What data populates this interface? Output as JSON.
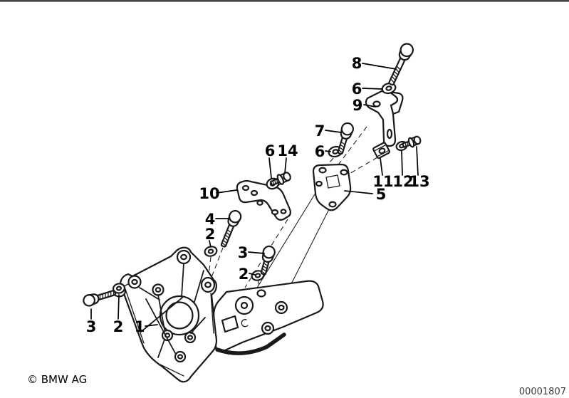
{
  "page": {
    "background": "#ffffff",
    "top_border_color": "#474747",
    "line_color": "#1a1a1a",
    "copyright": "© BMW AG",
    "diagram_number": "00001807"
  },
  "callouts": [
    {
      "label": "8",
      "points_to": "hex-bolt-long"
    },
    {
      "label": "6",
      "points_to": "washer"
    },
    {
      "label": "9",
      "points_to": "support-bracket"
    },
    {
      "label": "7",
      "points_to": "hex-bolt"
    },
    {
      "label": "6",
      "points_to": "washer"
    },
    {
      "label": "6",
      "points_to": "washer"
    },
    {
      "label": "14",
      "points_to": "flange-screw"
    },
    {
      "label": "10",
      "points_to": "angled-bracket"
    },
    {
      "label": "5",
      "points_to": "mounting-plate"
    },
    {
      "label": "11",
      "points_to": "clip-nut"
    },
    {
      "label": "12",
      "points_to": "washer"
    },
    {
      "label": "13",
      "points_to": "flange-screw"
    },
    {
      "label": "4",
      "points_to": "hex-bolt"
    },
    {
      "label": "2",
      "points_to": "washer"
    },
    {
      "label": "3",
      "points_to": "hex-bolt"
    },
    {
      "label": "2",
      "points_to": "washer"
    },
    {
      "label": "3",
      "points_to": "hex-bolt"
    },
    {
      "label": "2",
      "points_to": "nut-washer"
    },
    {
      "label": "1",
      "points_to": "carrier-bracket"
    }
  ]
}
